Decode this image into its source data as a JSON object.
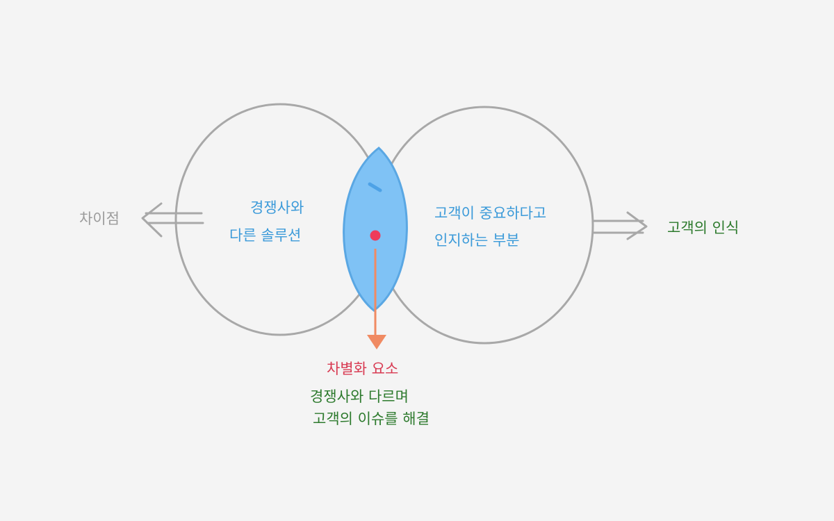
{
  "left_circle": {
    "line1": "경쟁사와",
    "line2": "다른 솔루션"
  },
  "right_circle": {
    "line1": "고객이 중요하다고",
    "line2": "인지하는 부분"
  },
  "left_arrow_label": "차이점",
  "right_arrow_label": "고객의 인식",
  "intersection": {
    "title": "차별화 요소",
    "desc_line1": "경쟁사와 다르며",
    "desc_line2": "고객의 이슈를 해결"
  },
  "colors": {
    "background": "#f4f4f4",
    "circle_stroke": "#a8a8a8",
    "overlap_fill": "#7fc2f5",
    "overlap_stroke": "#5aa7e3",
    "dot": "#ee3b5b",
    "pointer_arrow": "#f08a62",
    "blue_text": "#3b9ad9",
    "green_text": "#2d7a2d",
    "red_text": "#d83a52",
    "gray_text": "#9b9b9b"
  }
}
